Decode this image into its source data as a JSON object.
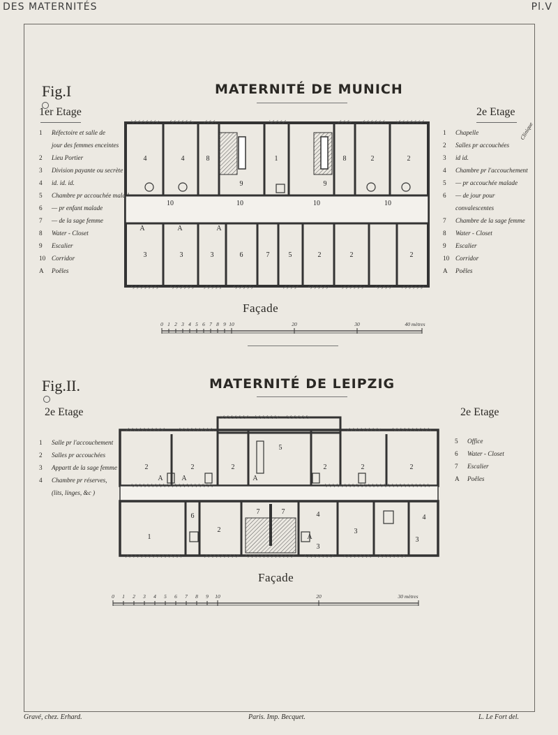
{
  "header": {
    "left": "DES MATERNITÉS",
    "right": "Pl.V"
  },
  "fig1": {
    "label": "Fig.I",
    "title": "MATERNITÉ DE MUNICH",
    "left_floor": "1er Etage",
    "right_floor": "2e Etage",
    "facade": "Façade",
    "room_numbers_upper": [
      "4",
      "4",
      "8",
      "9",
      "1",
      "9",
      "8",
      "2",
      "2"
    ],
    "room_numbers_middle": [
      "10",
      "10",
      "10",
      "10",
      "A",
      "A",
      "A"
    ],
    "room_numbers_lower": [
      "3",
      "3",
      "3",
      "6",
      "7",
      "5",
      "2",
      "2",
      "2"
    ],
    "scale_ticks": [
      "0",
      "1",
      "2",
      "3",
      "4",
      "5",
      "6",
      "7",
      "8",
      "9",
      "10",
      "20",
      "30",
      "40 mètres"
    ],
    "legend_left": [
      {
        "n": "1",
        "t": "Réfectoire et salle de"
      },
      {
        "n": "",
        "t": "jour des femmes enceintes"
      },
      {
        "n": "2",
        "t": "Lieu Portier"
      },
      {
        "n": "3",
        "t": "Division payante ou secrète"
      },
      {
        "n": "4",
        "t": "id.     id.     id."
      },
      {
        "n": "5",
        "t": "Chambre pr accouchée malade"
      },
      {
        "n": "6",
        "t": "—  pr enfant malade"
      },
      {
        "n": "7",
        "t": "—  de la sage femme"
      },
      {
        "n": "8",
        "t": "Water - Closet"
      },
      {
        "n": "9",
        "t": "Escalier"
      },
      {
        "n": "10",
        "t": "Corridor"
      },
      {
        "n": "A",
        "t": "Poêles"
      }
    ],
    "legend_right": [
      {
        "n": "1",
        "t": "Chapelle"
      },
      {
        "n": "2",
        "t": "Salles pr accouchées"
      },
      {
        "n": "3",
        "t": "id     id."
      },
      {
        "n": "4",
        "t": "Chambre pr l'accouchement"
      },
      {
        "n": "5",
        "t": "—  pr accouchée malade"
      },
      {
        "n": "6",
        "t": "—  de jour pour"
      },
      {
        "n": "",
        "t": "convalescentes"
      },
      {
        "n": "7",
        "t": "Chambre de la sage femme"
      },
      {
        "n": "8",
        "t": "Water - Closet"
      },
      {
        "n": "9",
        "t": "Escalier"
      },
      {
        "n": "10",
        "t": "Corridor"
      },
      {
        "n": "A",
        "t": "Poêles"
      }
    ],
    "clinique": "Clinique"
  },
  "fig2": {
    "label": "Fig.II.",
    "title": "MATERNITÉ DE LEIPZIG",
    "left_floor": "2e Etage",
    "right_floor": "2e Etage",
    "facade": "Façade",
    "room_numbers_upper": [
      "2",
      "2",
      "2",
      "5",
      "2",
      "2",
      "2"
    ],
    "room_numbers_lower": [
      "1",
      "6",
      "2",
      "7",
      "7",
      "4",
      "3",
      "3",
      "4",
      "3",
      "A",
      "A",
      "A",
      "A"
    ],
    "scale_ticks": [
      "0",
      "1",
      "2",
      "3",
      "4",
      "5",
      "6",
      "7",
      "8",
      "9",
      "10",
      "20",
      "30 mètres"
    ],
    "legend_left": [
      {
        "n": "1",
        "t": "Salle pr l'accouchement"
      },
      {
        "n": "2",
        "t": "Salles pr accouchées"
      },
      {
        "n": "3",
        "t": "Appartt de la sage femme"
      },
      {
        "n": "4",
        "t": "Chambre pr réserves,"
      },
      {
        "n": "",
        "t": "(lits, linges, &c )"
      }
    ],
    "legend_right": [
      {
        "n": "5",
        "t": "Office"
      },
      {
        "n": "6",
        "t": "Water - Closet"
      },
      {
        "n": "7",
        "t": "Escalier"
      },
      {
        "n": "A",
        "t": "Poêles"
      }
    ]
  },
  "footer": {
    "left": "Gravé, chez. Erhard.",
    "center": "Paris. Imp. Becquet.",
    "right": "L. Le Fort del."
  }
}
